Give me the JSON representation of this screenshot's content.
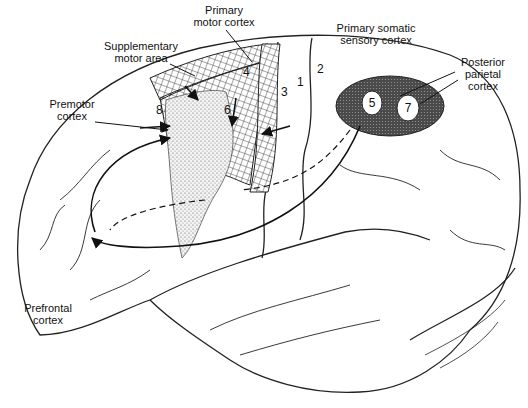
{
  "diagram": {
    "nodes": [
      {
        "text": [
          "5"
        ]
      },
      {
        "text": [
          "7"
        ]
      }
    ],
    "labels": [
      "Primary motor cortex",
      "Supplementary motor area",
      "Primary somatic sensory cortex",
      "Posterior parietal cortex",
      "Premotor cortex",
      "Prefrontal cortex",
      "4",
      "2",
      "3",
      "1",
      "6",
      "8"
    ]
  }
}
